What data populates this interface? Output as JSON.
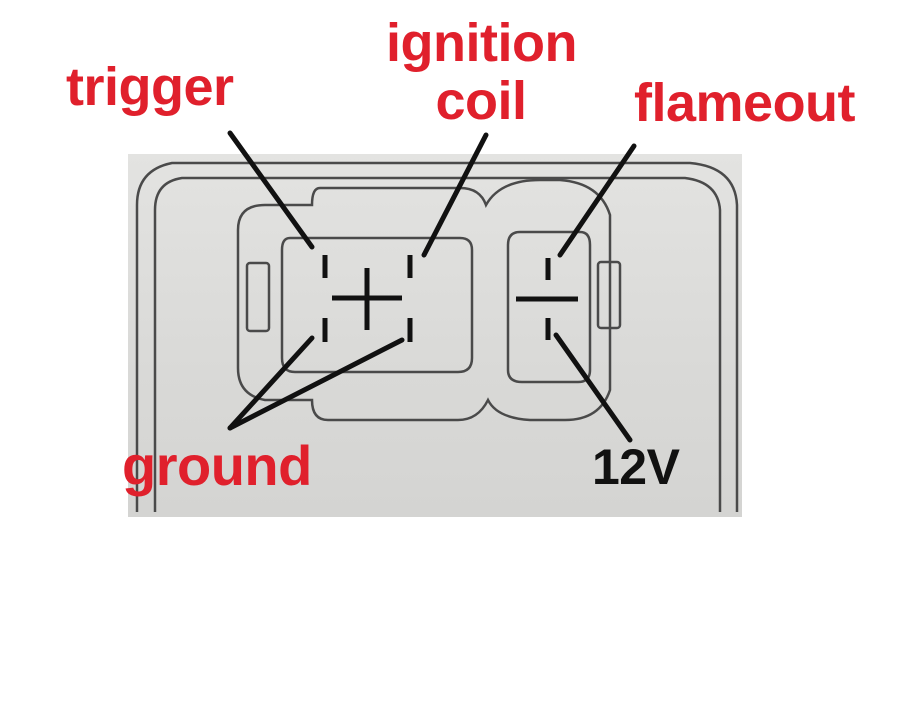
{
  "labels": {
    "trigger": "trigger",
    "ignition_line1": "ignition",
    "ignition_line2": "coil",
    "flameout": "flameout",
    "ground": "ground",
    "voltage": "12V"
  },
  "colors": {
    "label_red": "#e0202c",
    "label_black": "#111111",
    "outline": "#4a4a4a",
    "pointer": "#111111"
  }
}
